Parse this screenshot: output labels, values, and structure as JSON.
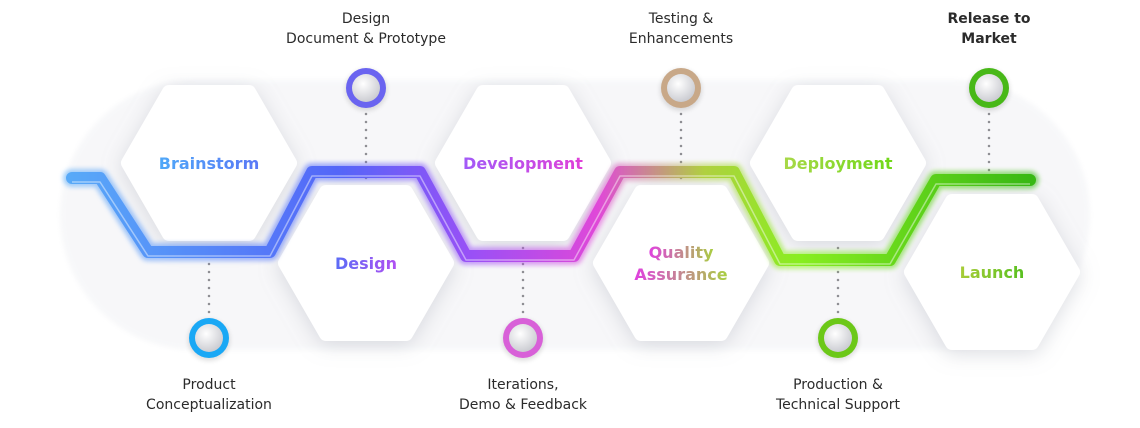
{
  "stages": [
    {
      "label": "Brainstorm",
      "color_start": "#4fa8f8",
      "color_end": "#5a78f6"
    },
    {
      "label": "Design",
      "color_start": "#5a6cf6",
      "color_end": "#b150f2"
    },
    {
      "label": "Development",
      "color_start": "#a25af8",
      "color_end": "#e040d8"
    },
    {
      "label_line1": "Quality",
      "label_line2": "Assurance",
      "color_start": "#e040e0",
      "color_end": "#a8d040"
    },
    {
      "label": "Deployment",
      "color_start": "#a8d848",
      "color_end": "#70d818"
    },
    {
      "label": "Launch",
      "color_start": "#a8cc38",
      "color_end": "#58c020"
    }
  ],
  "milestones": [
    {
      "line1": "Product",
      "line2": "Conceptualization",
      "ring_color": "#1aa8f5",
      "position": "bottom"
    },
    {
      "line1": "Design",
      "line2": "Document & Prototype",
      "ring_color": "#6a64f0",
      "position": "top"
    },
    {
      "line1": "Iterations,",
      "line2": "Demo & Feedback",
      "ring_color": "#d860d8",
      "position": "bottom"
    },
    {
      "line1": "Testing &",
      "line2": "Enhancements",
      "ring_color": "#c8a888",
      "position": "top"
    },
    {
      "line1": "Production &",
      "line2": "Technical Support",
      "ring_color": "#6cc818",
      "position": "bottom"
    },
    {
      "line1": "Release to",
      "line2": "Market",
      "ring_color": "#48b818",
      "position": "top",
      "bold": true
    }
  ]
}
